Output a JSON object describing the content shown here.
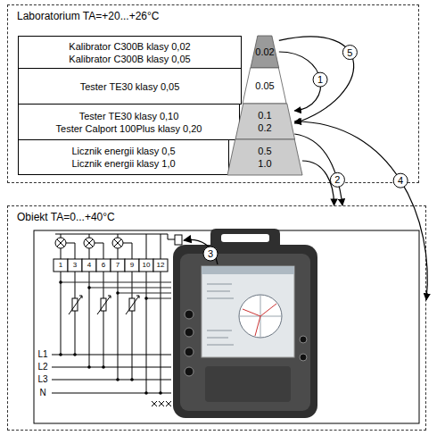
{
  "diagram": {
    "nodes": [
      {
        "text": [
          "Laboratorium TA=+20...+26°C"
        ]
      },
      {
        "text": [
          "Kalibrator C300B klasy 0,02",
          "Kalibrator C300B klasy 0,05"
        ],
        "in": 0
      },
      {
        "text": [
          "Tester TE30 klasy 0,05"
        ],
        "in": 0
      },
      {
        "text": [
          "Tester TE30 klasy 0,10",
          "Tester Calport 100Plus klasy 0,20"
        ],
        "in": 0
      },
      {
        "text": [
          "Licznik energii klasy 0,5",
          "Licznik energii klasy 1,0"
        ],
        "in": 0
      },
      {
        "text": [
          "0.02"
        ],
        "in": 0
      },
      {
        "text": [
          "0.05"
        ],
        "in": 0
      },
      {
        "text": [
          "0.1",
          "0.2"
        ],
        "in": 0
      },
      {
        "text": [
          "0.5",
          "1.0"
        ],
        "in": 0
      },
      {
        "text": [
          "Obiekt TA=0...+40°C"
        ]
      }
    ],
    "edges": [
      {
        "from": 5,
        "to": 7,
        "arrow": "to",
        "label": "1"
      },
      {
        "from": 5,
        "to": 7,
        "arrow": "to",
        "label": "5"
      },
      {
        "from": 7,
        "to": 9,
        "arrow": "to",
        "label": "2"
      },
      {
        "from": 8,
        "to": 9,
        "arrow": "to"
      },
      {
        "from": 9,
        "to": 7,
        "arrow": "both",
        "label": "4"
      }
    ],
    "labels": [
      "3",
      "1",
      "3",
      "4",
      "6",
      "7",
      "9",
      "10",
      "12",
      "L1",
      "L2",
      "L3",
      "N"
    ]
  }
}
